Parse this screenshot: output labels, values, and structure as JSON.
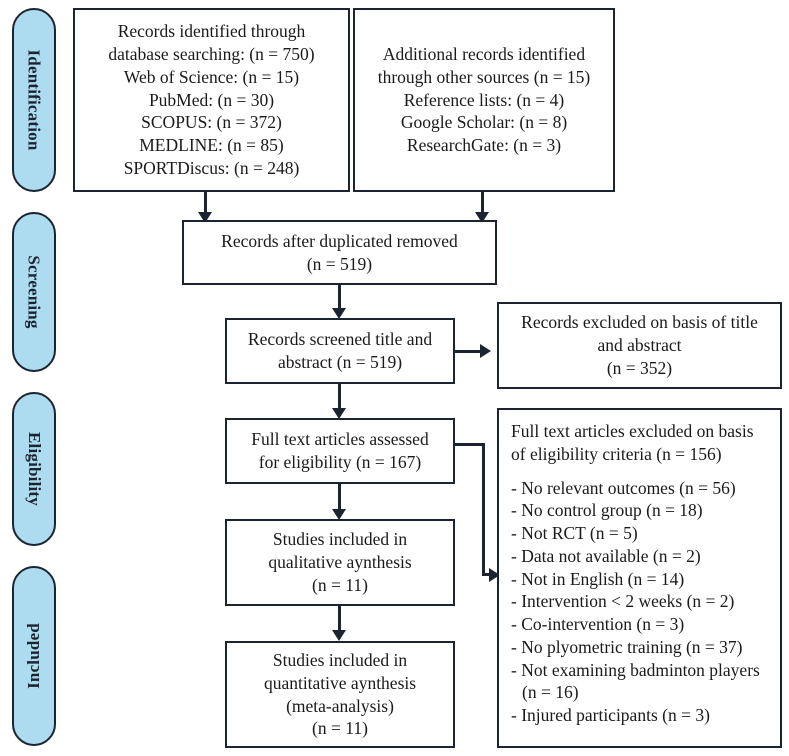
{
  "diagram": {
    "title": "PRISMA flow diagram",
    "accent_color": "#ADDCF0",
    "line_color": "#1b2430",
    "box_fill": "#ffffff"
  },
  "stages": [
    {
      "id": "identification",
      "label": "Identification",
      "orientation": "top-to-bottom"
    },
    {
      "id": "screening",
      "label": "Screening",
      "orientation": "top-to-bottom"
    },
    {
      "id": "eligibility",
      "label": "Eligibility",
      "orientation": "top-to-bottom"
    },
    {
      "id": "included",
      "label": "Included",
      "orientation": "bottom-to-top"
    }
  ],
  "boxes": {
    "records_identified": {
      "lines": [
        "Records identified through",
        "database searching: (n = 750)",
        "Web of Science: (n = 15)",
        "PubMed: (n = 30)",
        "SCOPUS: (n = 372)",
        "MEDLINE: (n = 85)",
        "SPORTDiscus: (n = 248)"
      ]
    },
    "additional_records": {
      "lines": [
        "Additional records identified",
        "through other sources (n = 15)",
        "Reference lists: (n = 4)",
        "Google Scholar: (n = 8)",
        "ResearchGate: (n = 3)"
      ]
    },
    "after_duplicates": {
      "lines": [
        "Records after duplicated removed",
        "(n = 519)"
      ]
    },
    "records_screened": {
      "lines": [
        "Records screened title and",
        "abstract (n = 519)"
      ]
    },
    "records_excluded": {
      "lines": [
        "Records excluded on basis of title",
        "and abstract",
        "(n = 352)"
      ]
    },
    "full_text_assessed": {
      "lines": [
        "Full text articles assessed",
        "for eligibility (n = 167)"
      ]
    },
    "full_text_excluded": {
      "lines": [
        "Full text articles excluded on basis",
        "of eligibility criteria (n = 156)",
        "",
        "- No relevant outcomes (n = 56)",
        "- No control group (n = 18)",
        "- Not RCT (n = 5)",
        "- Data not available (n = 2)",
        "- Not in English (n = 14)",
        "- Intervention < 2 weeks (n = 2)",
        "- Co-intervention (n = 3)",
        "- No plyometric training (n = 37)",
        "- Not examining badminton players (n = 16)",
        "- Injured participants (n = 3)"
      ]
    },
    "qualitative_synthesis": {
      "lines": [
        "Studies included in",
        "qualitative aynthesis",
        "(n = 11)"
      ]
    },
    "quantitative_synthesis": {
      "lines": [
        "Studies included in",
        "quantitative aynthesis",
        "(meta-analysis)",
        "(n = 11)"
      ]
    }
  },
  "counts": {
    "database_searching": 750,
    "web_of_science": 15,
    "pubmed": 30,
    "scopus": 372,
    "medline": 85,
    "sportdiscus": 248,
    "other_sources": 15,
    "reference_lists": 4,
    "google_scholar": 8,
    "researchgate": 3,
    "after_duplicates": 519,
    "screened": 519,
    "excluded_title_abstract": 352,
    "full_text_assessed": 167,
    "full_text_excluded": 156,
    "no_relevant_outcomes": 56,
    "no_control_group": 18,
    "not_rct": 5,
    "data_not_available": 2,
    "not_in_english": 14,
    "intervention_lt_2_weeks": 2,
    "co_intervention": 3,
    "no_plyometric_training": 37,
    "not_badminton_players": 16,
    "injured_participants": 3,
    "qualitative": 11,
    "quantitative": 11
  }
}
